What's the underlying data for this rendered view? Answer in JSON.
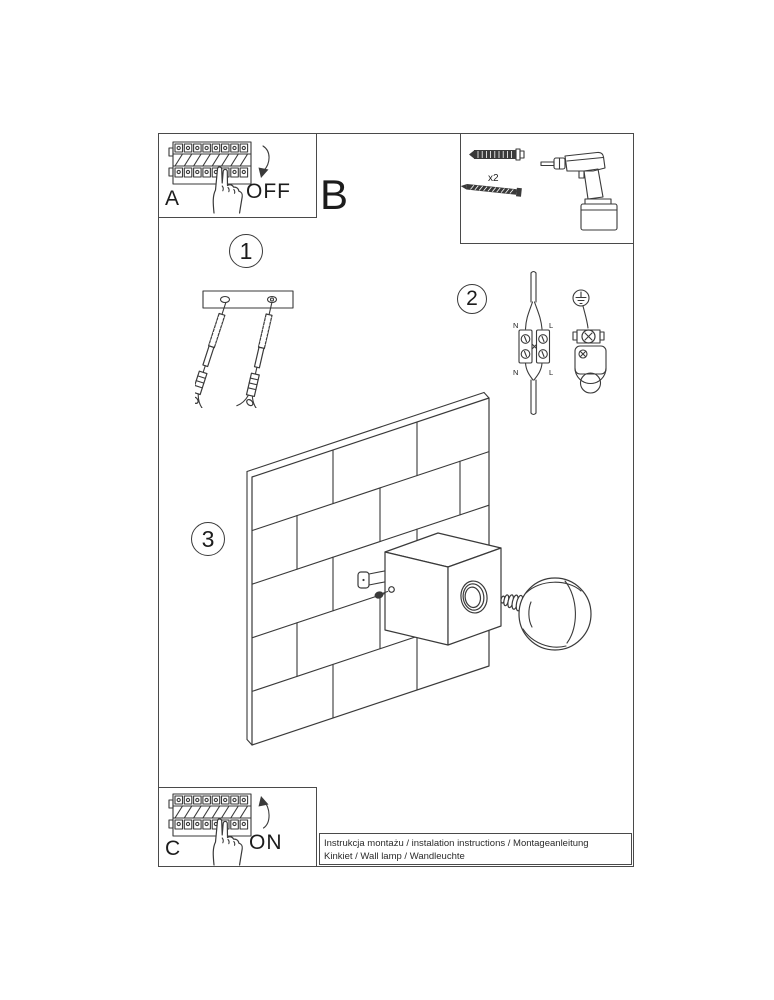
{
  "step_a": {
    "label": "A",
    "action": "OFF"
  },
  "step_b": {
    "label": "B",
    "dowel_count": "x2"
  },
  "step_c": {
    "label": "C",
    "action": "ON"
  },
  "step1": {
    "number": "1"
  },
  "step2": {
    "number": "2",
    "terminals": {
      "top_left": "N",
      "top_right": "L",
      "bottom_left": "N",
      "bottom_right": "L"
    }
  },
  "step3": {
    "number": "3"
  },
  "footer": {
    "line1": "Instrukcja montażu / instalation instructions / Montageanleitung",
    "line2": "Kinkiet / Wall lamp / Wandleuchte"
  },
  "colors": {
    "line": "#3a3a3a",
    "background": "#ffffff"
  }
}
